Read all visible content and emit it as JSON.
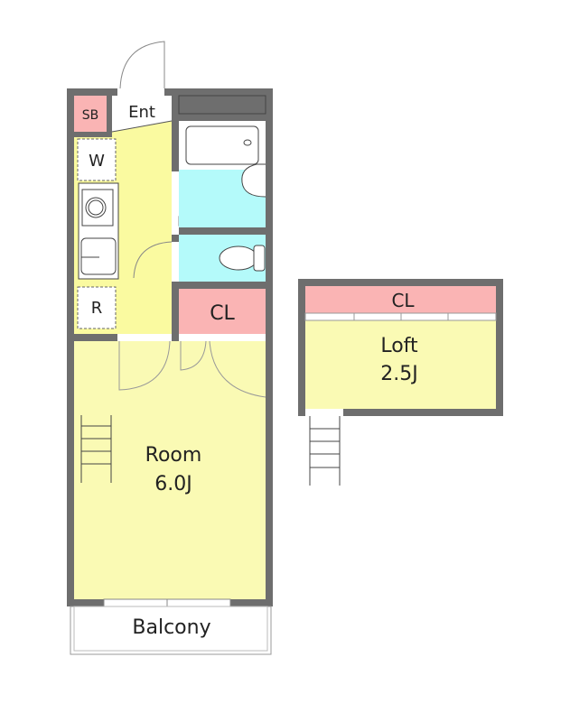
{
  "labels": {
    "shoe_box": "SB",
    "entrance": "Ent",
    "washer": "W",
    "refrigerator": "R",
    "closet": "CL",
    "room_name": "Room",
    "room_size": "6.0J",
    "balcony": "Balcony",
    "loft_closet": "CL",
    "loft_name": "Loft",
    "loft_size": "2.5J"
  },
  "colors": {
    "wall": "#6e6e6e",
    "kitchen": "#fafaa0",
    "room": "#fafab4",
    "wet": "#b4fafa",
    "storage": "#fab4b4"
  }
}
